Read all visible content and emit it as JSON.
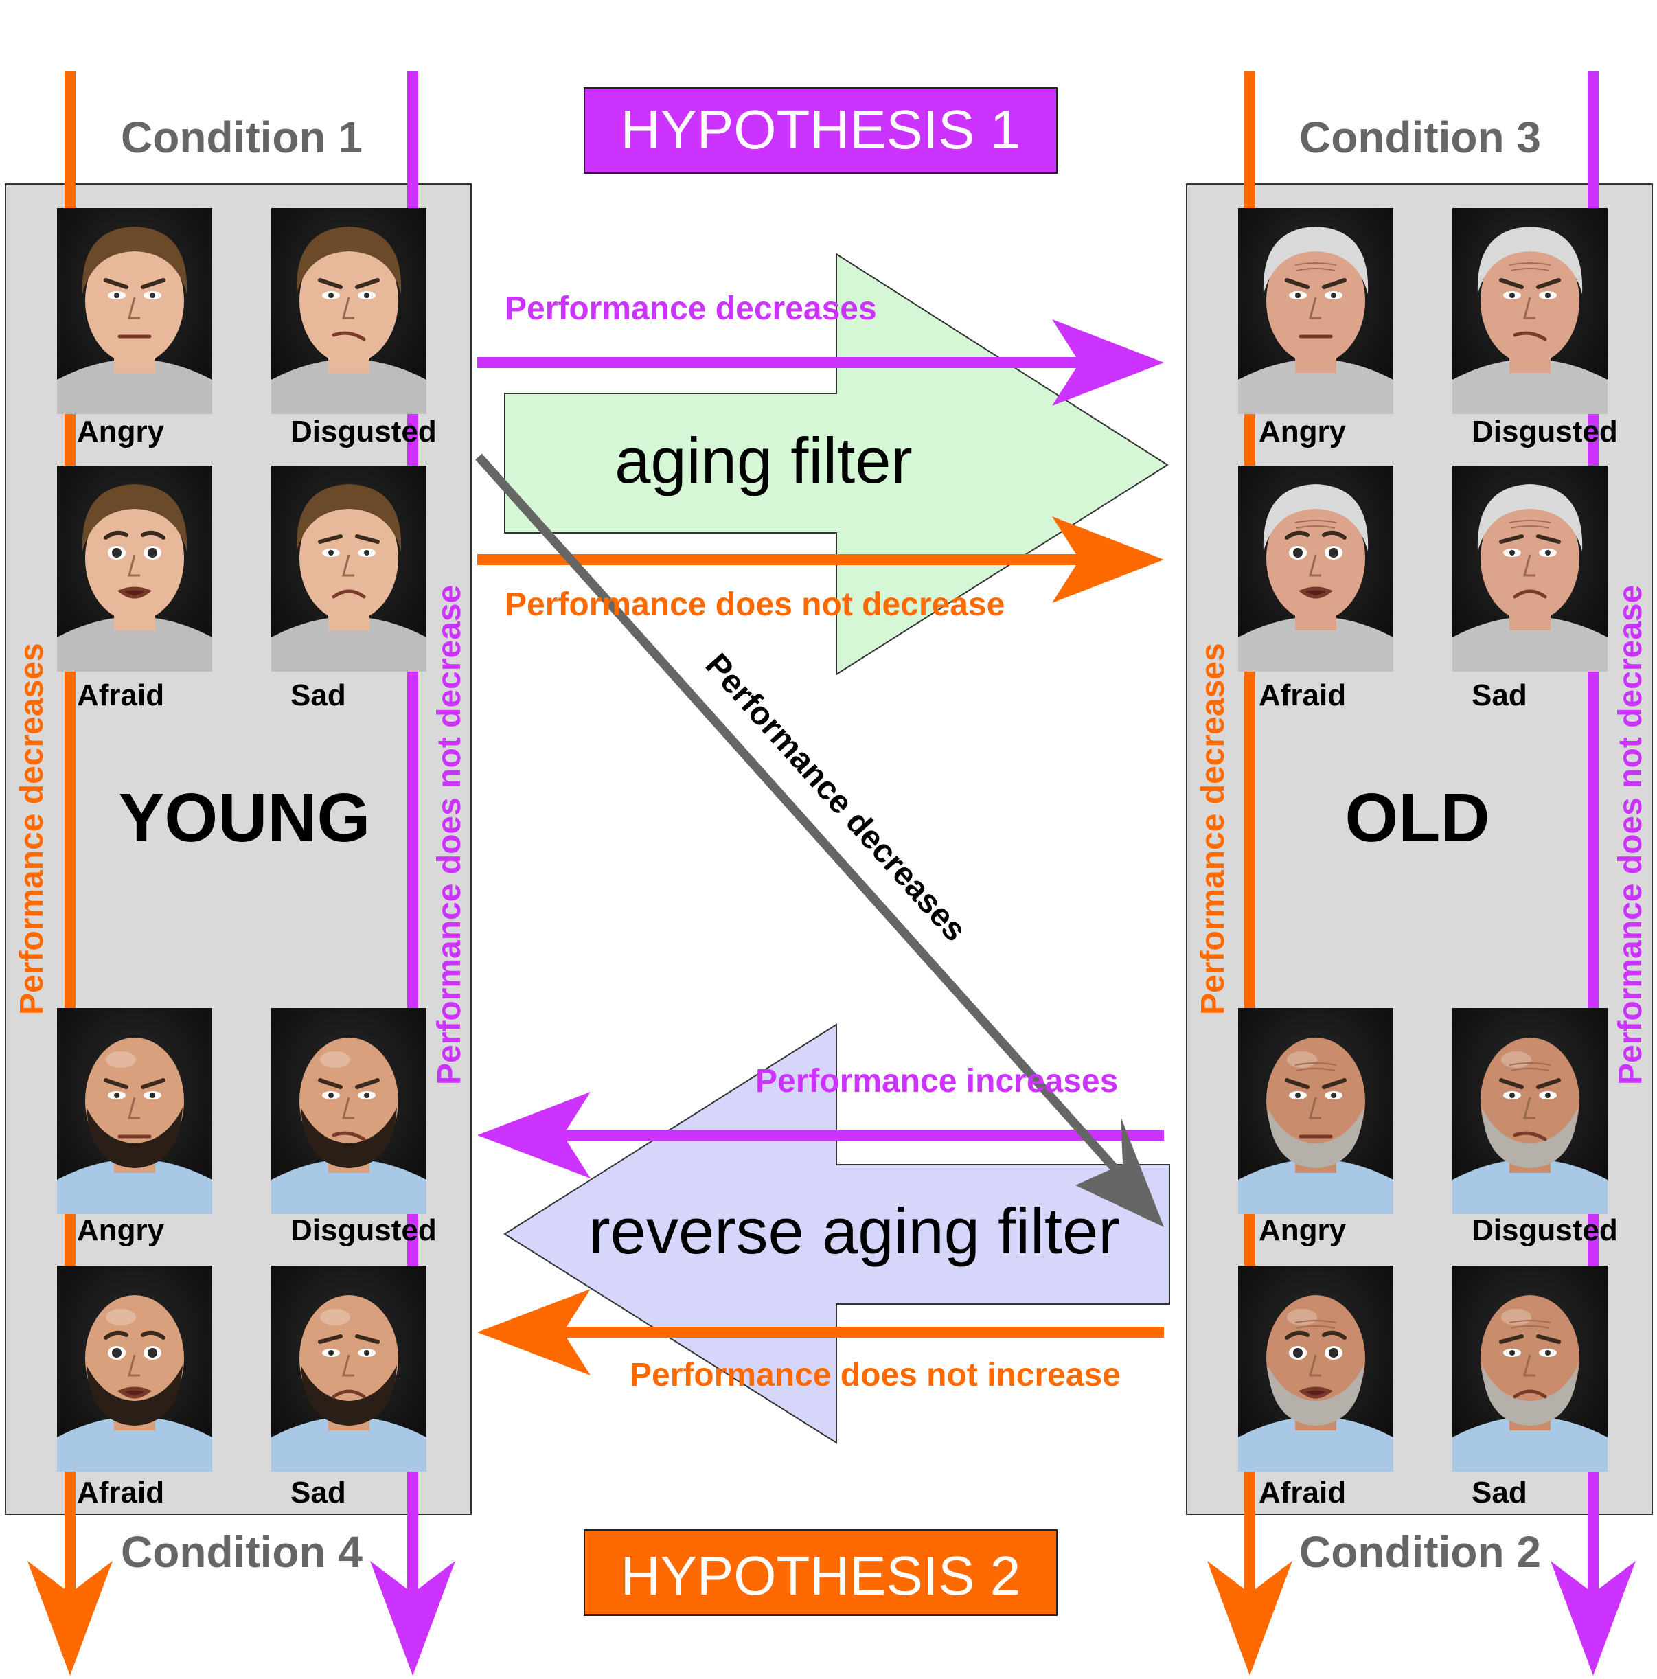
{
  "colors": {
    "orange": "#ff6a00",
    "purple": "#cc33ff",
    "gray_text": "#666666",
    "panel": "#d9d9d9",
    "aging_fill": "#d5f7d5",
    "reverse_fill": "#d6d6fb",
    "diag_arrow": "#666666"
  },
  "conditions": {
    "c1": "Condition 1",
    "c2": "Condition 2",
    "c3": "Condition 3",
    "c4": "Condition 4"
  },
  "hypotheses": {
    "h1": "HYPOTHESIS 1",
    "h2": "HYPOTHESIS 2"
  },
  "panels": {
    "young": "YOUNG",
    "old": "OLD"
  },
  "emotions": {
    "angry": "Angry",
    "disgusted": "Disgusted",
    "afraid": "Afraid",
    "sad": "Sad"
  },
  "filters": {
    "aging": "aging filter",
    "reverse": "reverse aging filter"
  },
  "arrows": {
    "perf_decreases": "Performance decreases",
    "perf_not_decrease": "Performance does not decrease",
    "perf_increases": "Performance increases",
    "perf_not_increase": "Performance does not increase",
    "diag": "Performance decreases",
    "side_decreases": "Performance decreases",
    "side_not_decrease": "Performance does not decrease"
  },
  "faces": [
    {
      "name": "face-young1-angry",
      "group": "young1",
      "skin": "#e8b89a",
      "hair": "#6b4a2a",
      "shirt": "#bdbdbd",
      "beard": "none",
      "expr": "angry"
    },
    {
      "name": "face-young1-disgusted",
      "group": "young1",
      "skin": "#e8b89a",
      "hair": "#6b4a2a",
      "shirt": "#bdbdbd",
      "beard": "none",
      "expr": "disgusted"
    },
    {
      "name": "face-young1-afraid",
      "group": "young1",
      "skin": "#e8b89a",
      "hair": "#6b4a2a",
      "shirt": "#bdbdbd",
      "beard": "none",
      "expr": "afraid"
    },
    {
      "name": "face-young1-sad",
      "group": "young1",
      "skin": "#e8b89a",
      "hair": "#6b4a2a",
      "shirt": "#bdbdbd",
      "beard": "none",
      "expr": "sad"
    },
    {
      "name": "face-old1-angry",
      "group": "old1",
      "skin": "#dca48a",
      "hair": "#d9d9d9",
      "shirt": "#c2c2c2",
      "beard": "none",
      "expr": "angry"
    },
    {
      "name": "face-old1-disgusted",
      "group": "old1",
      "skin": "#dca48a",
      "hair": "#d9d9d9",
      "shirt": "#c2c2c2",
      "beard": "none",
      "expr": "disgusted"
    },
    {
      "name": "face-old1-afraid",
      "group": "old1",
      "skin": "#dca48a",
      "hair": "#d9d9d9",
      "shirt": "#c2c2c2",
      "beard": "none",
      "expr": "afraid"
    },
    {
      "name": "face-old1-sad",
      "group": "old1",
      "skin": "#dca48a",
      "hair": "#d9d9d9",
      "shirt": "#c2c2c2",
      "beard": "none",
      "expr": "sad"
    },
    {
      "name": "face-young2-angry",
      "group": "young2",
      "skin": "#d9a07e",
      "hair": "none",
      "shirt": "#a9c8e6",
      "beard": "#2a1e16",
      "expr": "angry"
    },
    {
      "name": "face-young2-disgusted",
      "group": "young2",
      "skin": "#d9a07e",
      "hair": "none",
      "shirt": "#a9c8e6",
      "beard": "#2a1e16",
      "expr": "disgusted"
    },
    {
      "name": "face-young2-afraid",
      "group": "young2",
      "skin": "#d9a07e",
      "hair": "none",
      "shirt": "#a9c8e6",
      "beard": "#2a1e16",
      "expr": "afraid"
    },
    {
      "name": "face-young2-sad",
      "group": "young2",
      "skin": "#d9a07e",
      "hair": "none",
      "shirt": "#a9c8e6",
      "beard": "#2a1e16",
      "expr": "sad"
    },
    {
      "name": "face-old2-angry",
      "group": "old2",
      "skin": "#c98c6c",
      "hair": "none",
      "shirt": "#a9c8e6",
      "beard": "#b5b0aa",
      "expr": "angry"
    },
    {
      "name": "face-old2-disgusted",
      "group": "old2",
      "skin": "#c98c6c",
      "hair": "none",
      "shirt": "#a9c8e6",
      "beard": "#b5b0aa",
      "expr": "disgusted"
    },
    {
      "name": "face-old2-afraid",
      "group": "old2",
      "skin": "#c98c6c",
      "hair": "none",
      "shirt": "#a9c8e6",
      "beard": "#b5b0aa",
      "expr": "afraid"
    },
    {
      "name": "face-old2-sad",
      "group": "old2",
      "skin": "#c98c6c",
      "hair": "none",
      "shirt": "#a9c8e6",
      "beard": "#b5b0aa",
      "expr": "sad"
    }
  ]
}
